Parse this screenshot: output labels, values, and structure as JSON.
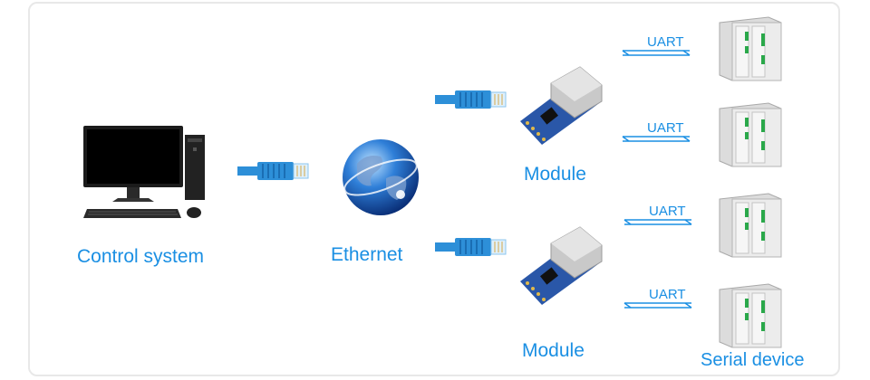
{
  "labels": {
    "control_system": "Control system",
    "ethernet": "Ethernet",
    "module_top": "Module",
    "module_bottom": "Module",
    "serial_device": "Serial device"
  },
  "links": {
    "uart": [
      "UART",
      "UART",
      "UART",
      "UART"
    ]
  },
  "colors": {
    "accent": "#1a8fe3",
    "cable": "#2d8fd8",
    "board": "#2a57a8"
  },
  "icons": [
    "desktop-computer-icon",
    "ethernet-cable-icon",
    "globe-icon",
    "ethernet-module-icon",
    "serial-device-icon"
  ]
}
